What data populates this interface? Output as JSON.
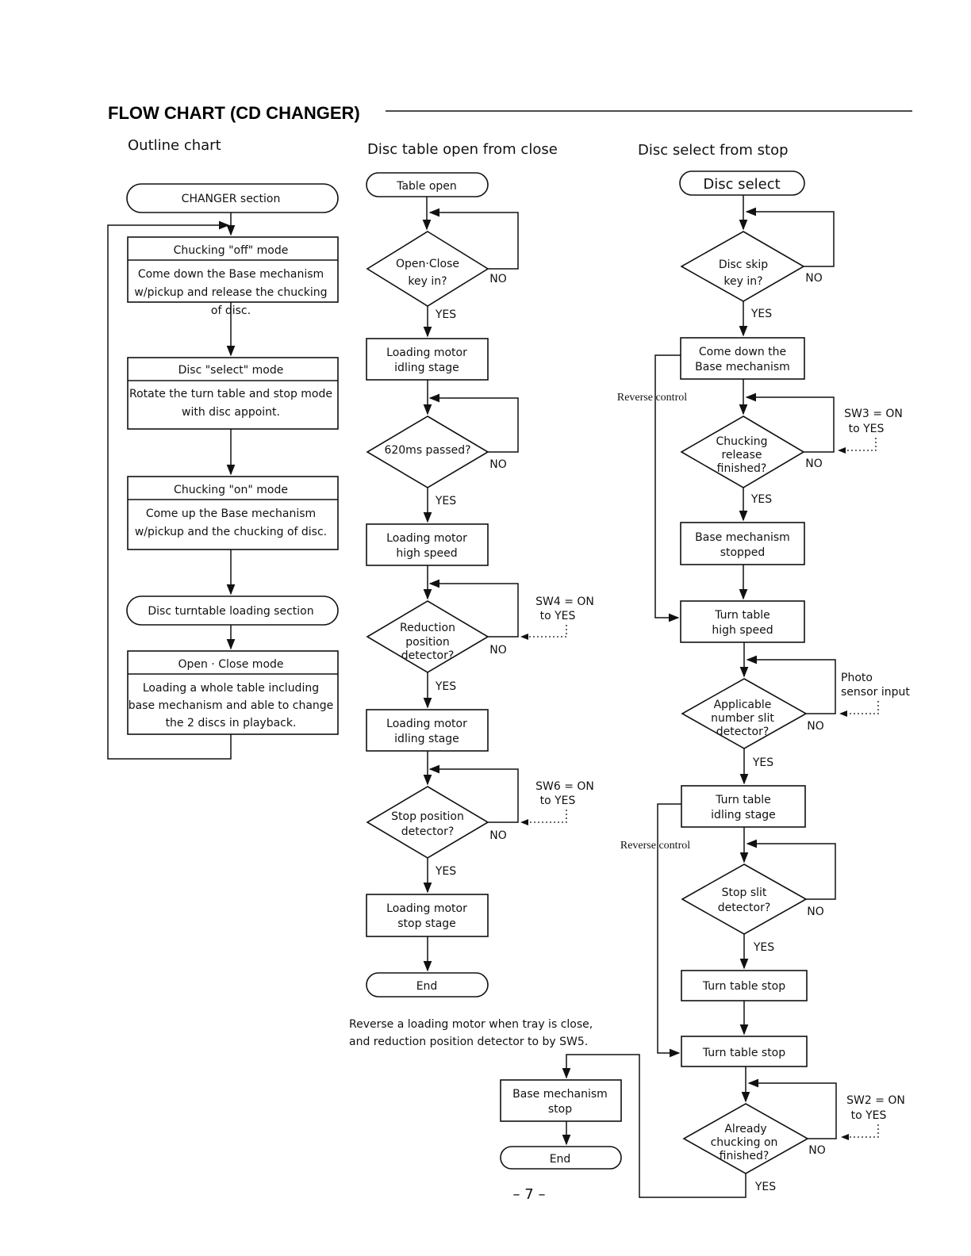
{
  "header": {
    "title": "FLOW CHART (CD  CHANGER)",
    "col_outline": "Outline chart",
    "col_open": "Disc table open from close",
    "col_select": "Disc select from stop"
  },
  "outline": {
    "changer_section": "CHANGER section",
    "off_title": "Chucking  \"off\" mode",
    "off_l1": "Come down the Base mechanism",
    "off_l2": "w/pickup and release the chucking",
    "off_l3": "of disc.",
    "select_title": "Disc \"select\" mode",
    "select_l1": "Rotate the turn table and stop mode",
    "select_l2": "with disc appoint.",
    "on_title": "Chucking \"on\" mode",
    "on_l1": "Come up the Base mechanism",
    "on_l2": "w/pickup and the chucking of disc.",
    "loading_section": "Disc turntable loading section",
    "oc_title": "Open · Close mode",
    "oc_l1": "Loading a whole table including",
    "oc_l2": "base mechanism and able to change",
    "oc_l3": "the 2 discs in playback."
  },
  "open_flow": {
    "start": "Table open",
    "d1_l1": "Open·Close",
    "d1_l2": "key in?",
    "b1_l1": "Loading motor",
    "b1_l2": "idling stage",
    "d2": "620ms passed?",
    "b2_l1": "Loading motor",
    "b2_l2": "high speed",
    "d3_l1": "Reduction",
    "d3_l2": "position",
    "d3_l3": "detector?",
    "sw4_l1": "SW4 = ON",
    "sw4_l2": "to YES",
    "b3_l1": "Loading motor",
    "b3_l2": "idling stage",
    "d4_l1": "Stop position",
    "d4_l2": "detector?",
    "sw6_l1": "SW6 = ON",
    "sw6_l2": "to YES",
    "b4_l1": "Loading motor",
    "b4_l2": "stop stage",
    "end": "End",
    "note_l1": "Reverse a loading motor when tray is close,",
    "note_l2": "and reduction position detector to by SW5.",
    "yes": "YES",
    "no": "NO"
  },
  "select_flow": {
    "start": "Disc select",
    "d1_l1": "Disc skip",
    "d1_l2": "key in?",
    "b1_l1": "Come down the",
    "b1_l2": "Base mechanism",
    "reverse1": "Reverse control",
    "d2_l1": "Chucking",
    "d2_l2": "release",
    "d2_l3": "finished?",
    "sw3_l1": "SW3 = ON",
    "sw3_l2": "to YES",
    "b2_l1": "Base mechanism",
    "b2_l2": "stopped",
    "b3_l1": "Turn table",
    "b3_l2": "high speed",
    "d3_l1": "Applicable",
    "d3_l2": "number slit",
    "d3_l3": "detector?",
    "photo_l1": "Photo",
    "photo_l2": "sensor input",
    "b4_l1": "Turn table",
    "b4_l2": "idling stage",
    "reverse2": "Reverse control",
    "d4_l1": "Stop slit",
    "d4_l2": "detector?",
    "b5": "Turn table stop",
    "b6": "Turn table stop",
    "d5_l1": "Already",
    "d5_l2": "chucking on",
    "d5_l3": "finished?",
    "sw2_l1": "SW2 = ON",
    "sw2_l2": "to YES",
    "base_stop_l1": "Base mechanism",
    "base_stop_l2": "stop",
    "end": "End",
    "yes": "YES",
    "no": "NO"
  },
  "footer": {
    "page": "– 7 –"
  }
}
